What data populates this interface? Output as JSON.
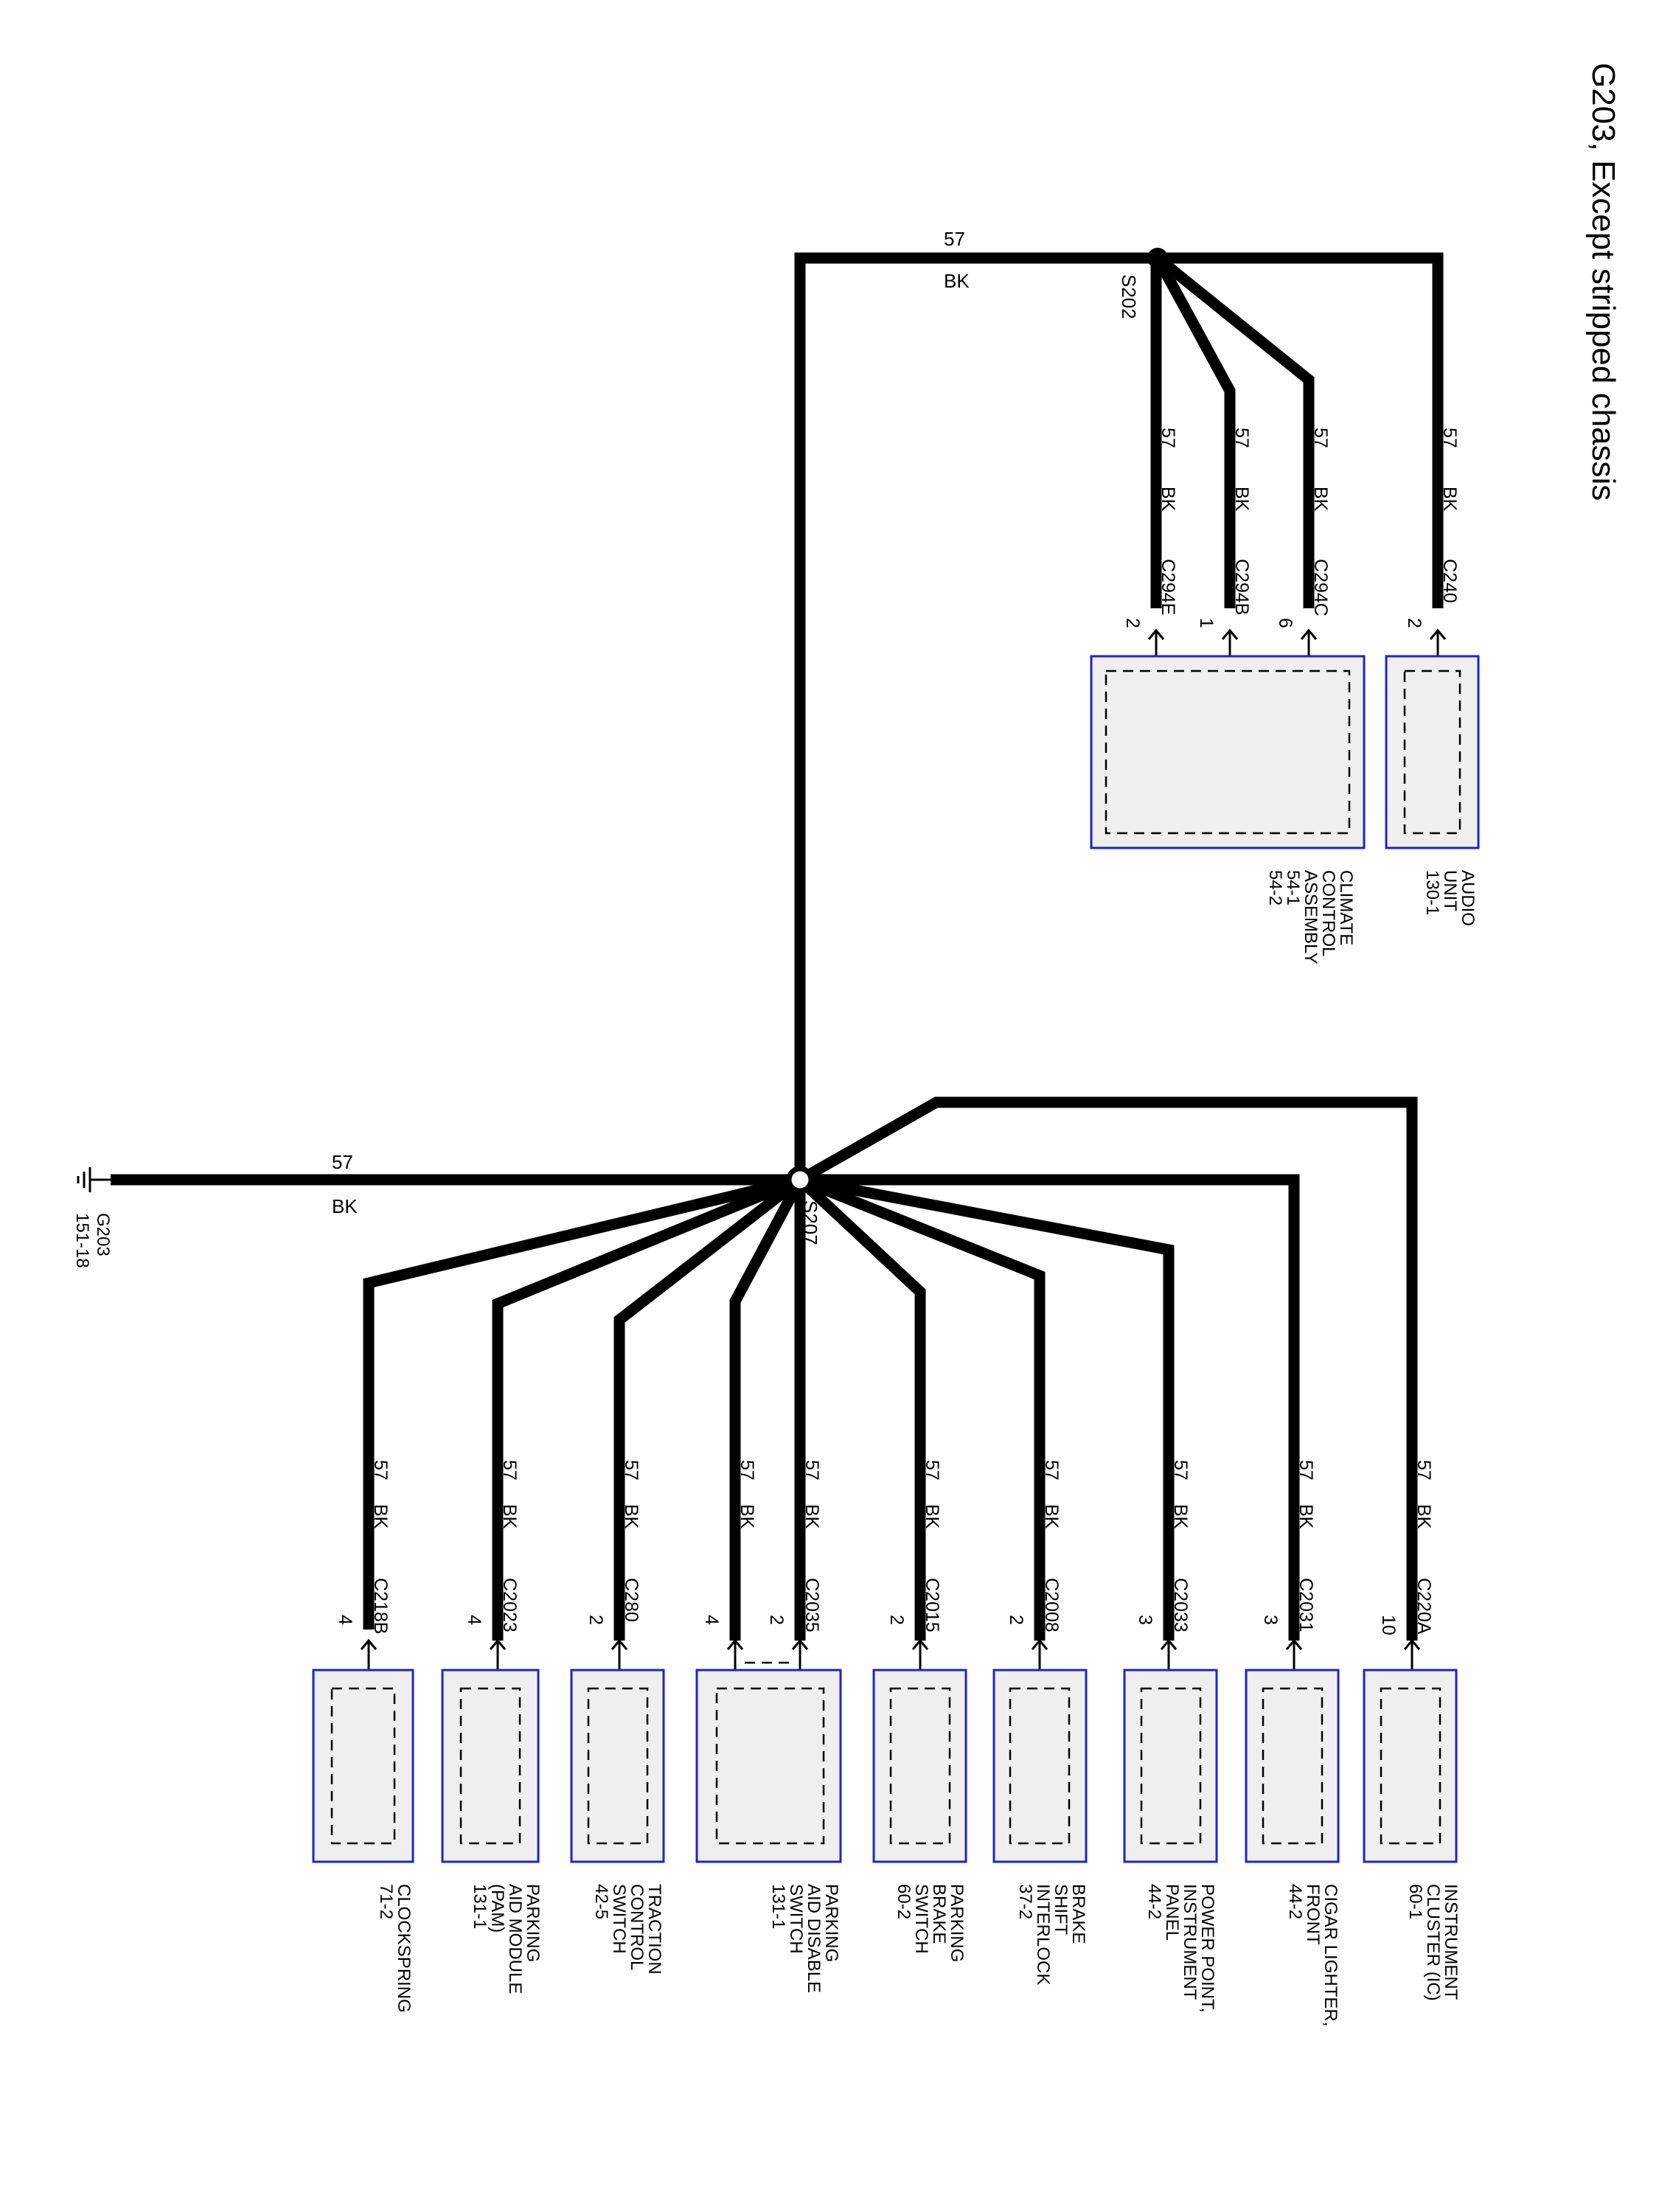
{
  "title": "G203, Except stripped chassis",
  "main_wire": {
    "circuit": "57",
    "color": "BK"
  },
  "ground": {
    "id": "G203",
    "ref": "151-18",
    "circuit": "57",
    "color": "BK"
  },
  "splices": {
    "s202": "S202",
    "s207": "S207"
  },
  "upper_branches": [
    {
      "circuit": "57",
      "color": "BK",
      "connector": "C294E",
      "pin": "2"
    },
    {
      "circuit": "57",
      "color": "BK",
      "connector": "C294B",
      "pin": "1"
    },
    {
      "circuit": "57",
      "color": "BK",
      "connector": "C294C",
      "pin": "6"
    },
    {
      "circuit": "57",
      "color": "BK",
      "connector": "C240",
      "pin": "2"
    }
  ],
  "upper_components": [
    {
      "lines": [
        "CLIMATE",
        "CONTROL",
        "ASSEMBLY",
        "54-1",
        "54-2"
      ]
    },
    {
      "lines": [
        "AUDIO",
        "UNIT",
        "130-1"
      ]
    }
  ],
  "lower_branches": [
    {
      "circuit": "57",
      "color": "BK",
      "connector": "C218B",
      "pin": "4"
    },
    {
      "circuit": "57",
      "color": "BK",
      "connector": "C2023",
      "pin": "4"
    },
    {
      "circuit": "57",
      "color": "BK",
      "connector": "C280",
      "pin": "2"
    },
    {
      "circuit": "57",
      "color": "BK",
      "connector": "",
      "pin": "4"
    },
    {
      "circuit": "57",
      "color": "BK",
      "connector": "C2035",
      "pin": "2"
    },
    {
      "circuit": "57",
      "color": "BK",
      "connector": "C2015",
      "pin": "2"
    },
    {
      "circuit": "57",
      "color": "BK",
      "connector": "C2008",
      "pin": "2"
    },
    {
      "circuit": "57",
      "color": "BK",
      "connector": "C2033",
      "pin": "3"
    },
    {
      "circuit": "57",
      "color": "BK",
      "connector": "C2031",
      "pin": "3"
    },
    {
      "circuit": "57",
      "color": "BK",
      "connector": "C220A",
      "pin": "10"
    }
  ],
  "lower_components": [
    {
      "lines": [
        "CLOCKSPRING",
        "71-2"
      ]
    },
    {
      "lines": [
        "PARKING",
        "AID MODULE",
        "(PAM)",
        "131-1"
      ]
    },
    {
      "lines": [
        "TRACTION",
        "CONTROL",
        "SWITCH",
        "42-5"
      ]
    },
    {
      "lines": [
        "PARKING",
        "AID DISABLE",
        "SWITCH",
        "131-1"
      ]
    },
    {
      "lines": [
        "PARKING",
        "BRAKE",
        "SWITCH",
        "60-2"
      ]
    },
    {
      "lines": [
        "BRAKE",
        "SHIFT",
        "INTERLOCK",
        "37-2"
      ]
    },
    {
      "lines": [
        "POWER POINT,",
        "INSTRUMENT",
        "PANEL",
        "44-2"
      ]
    },
    {
      "lines": [
        "CIGAR LIGHTER,",
        "FRONT",
        "44-2"
      ]
    },
    {
      "lines": [
        "INSTRUMENT",
        "CLUSTER (IC)",
        "60-1"
      ]
    }
  ]
}
